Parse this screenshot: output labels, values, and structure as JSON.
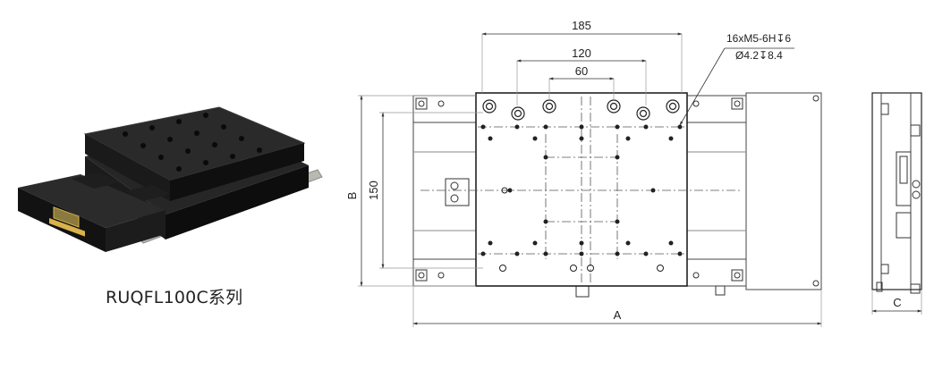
{
  "product": {
    "caption": "RUQFL100C系列",
    "body_color": "#151515",
    "accent_color": "#d8b24a"
  },
  "drawing": {
    "dim_185": "185",
    "dim_120": "120",
    "dim_60": "60",
    "dim_150": "150",
    "dim_B": "B",
    "dim_A": "A",
    "dim_C": "C",
    "note_line1": "16xM5-6H↧6",
    "note_line2": "Ø4.2↧8.4"
  }
}
